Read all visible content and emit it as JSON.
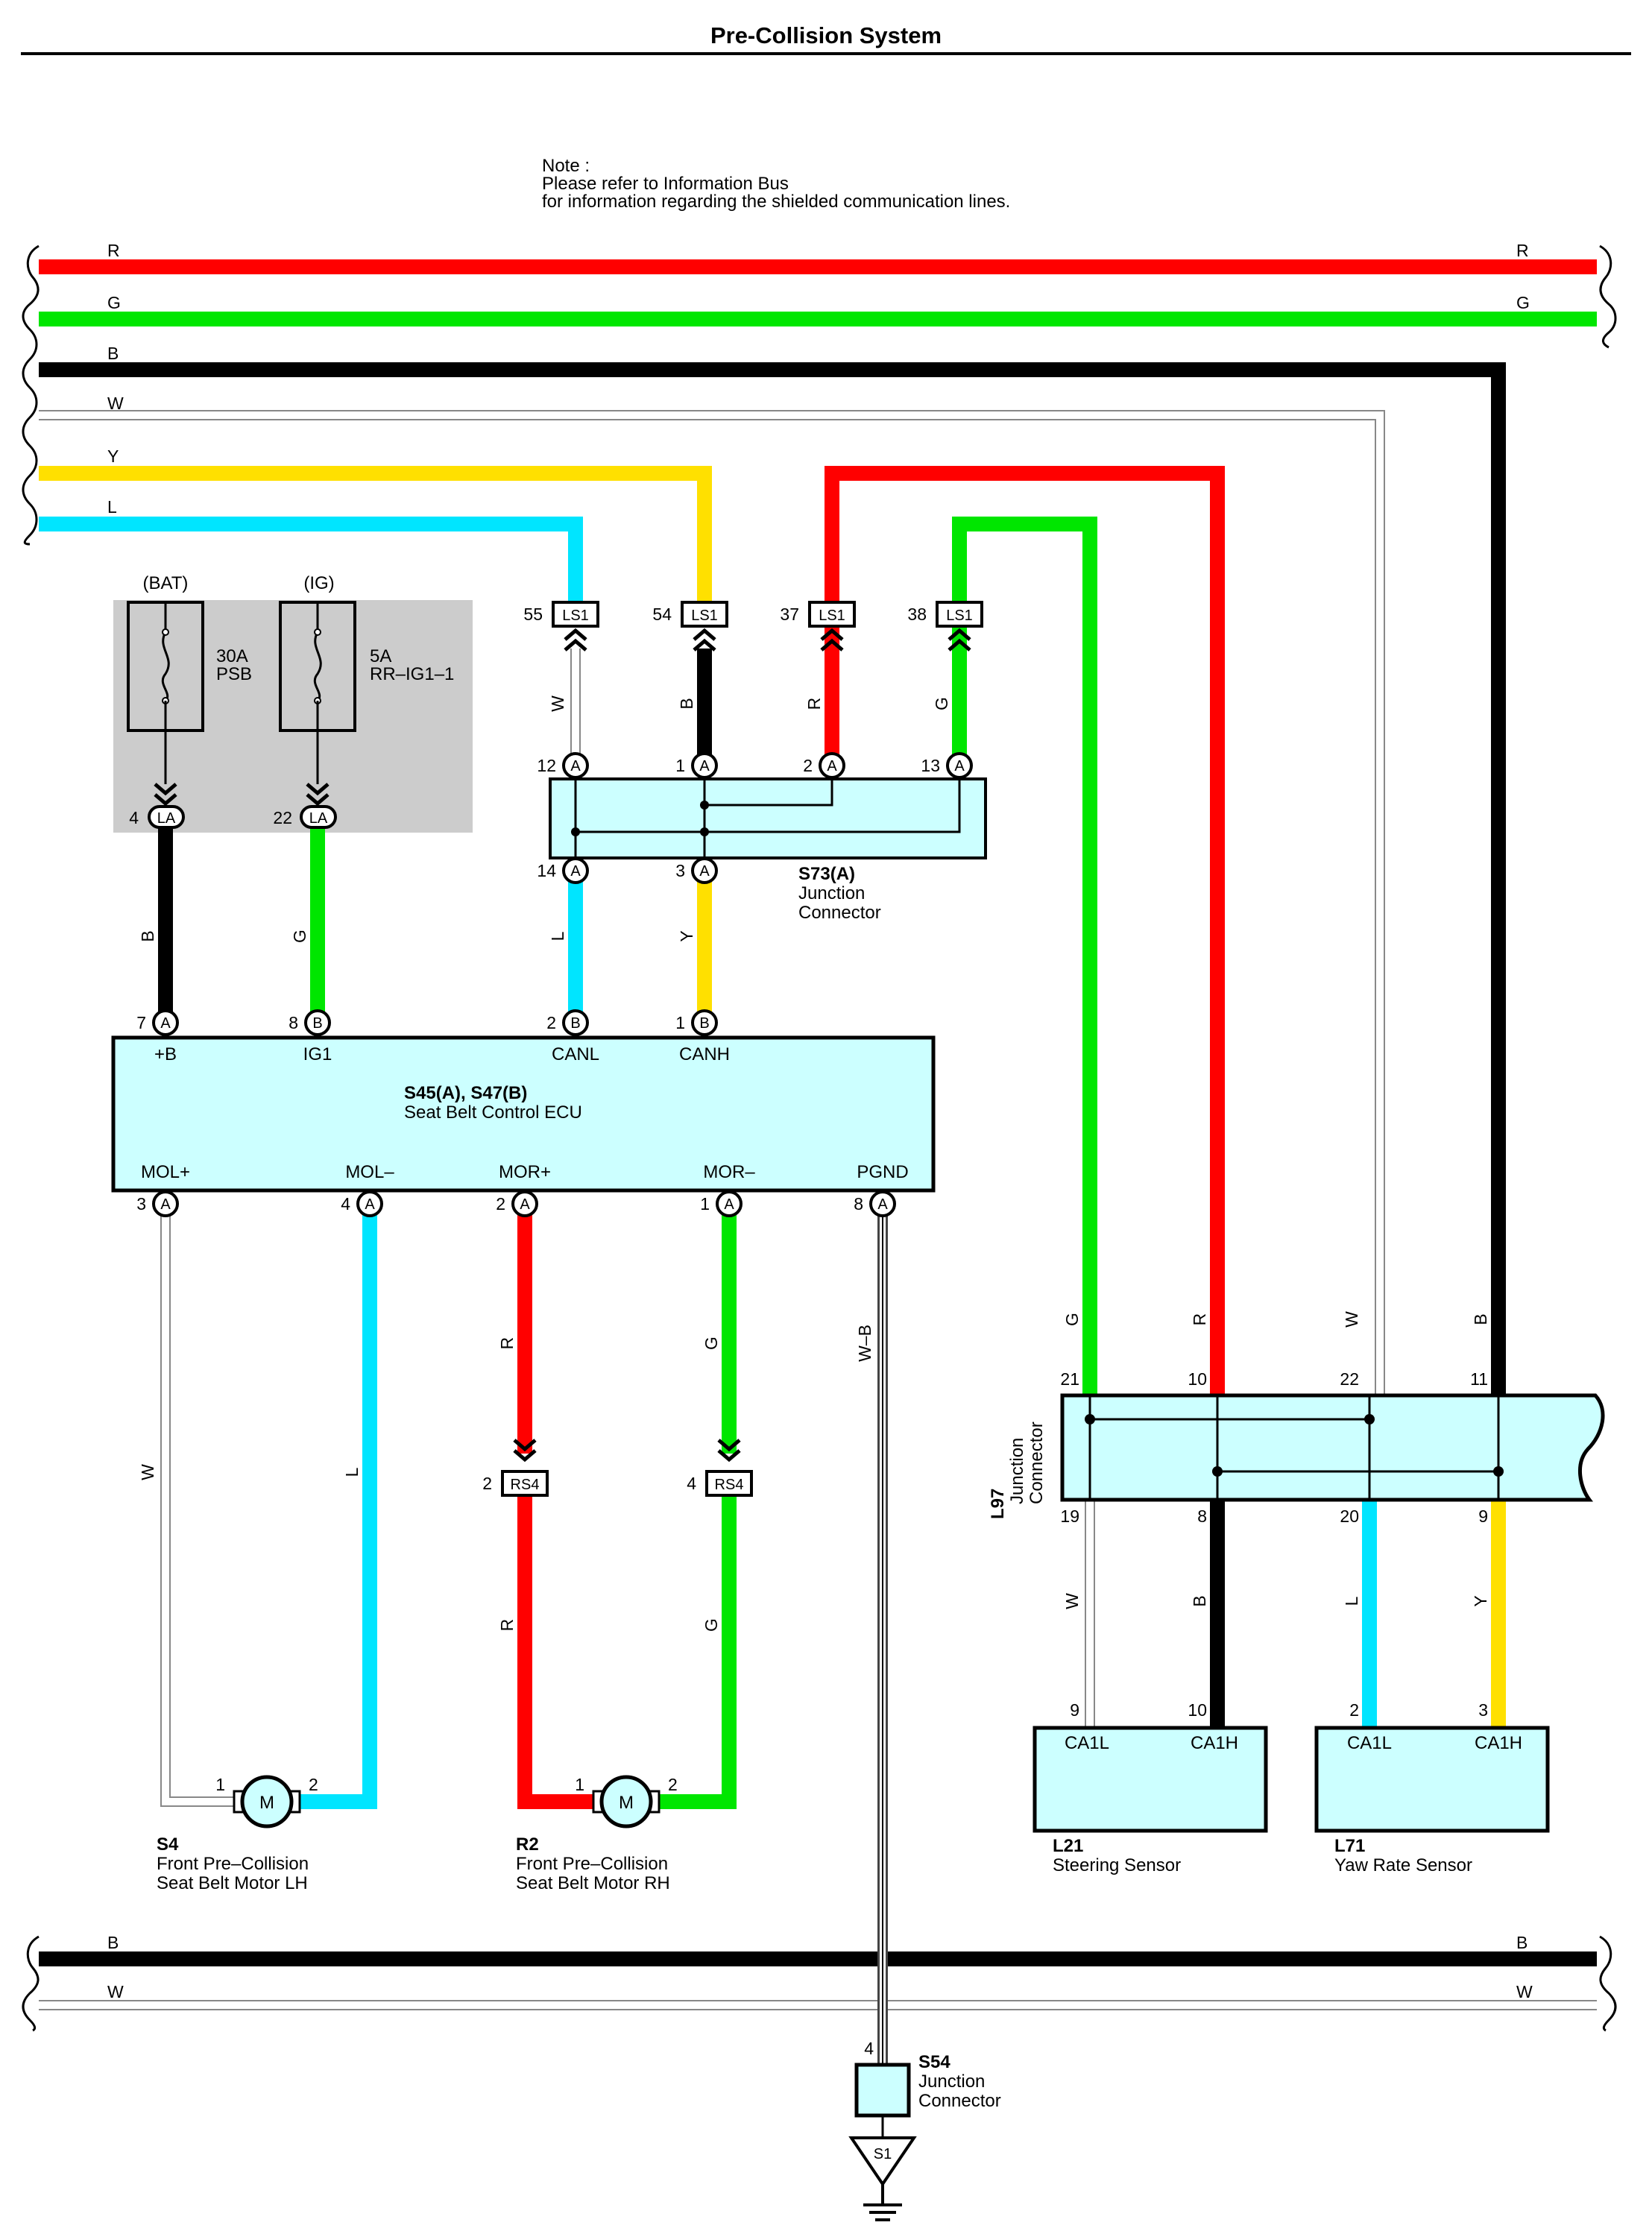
{
  "title": "Pre-Collision System",
  "note": {
    "line1": "Note :",
    "line2": "Please refer to Information Bus",
    "line3": "for information regarding the shielded communication lines."
  },
  "colors": {
    "R": "#ff0000",
    "G": "#00e600",
    "B": "#000000",
    "Y": "#ffe000",
    "L": "#00e5ff",
    "box": "#ccffff",
    "fusebox": "#cccccc"
  },
  "buses": {
    "top": [
      "R",
      "G",
      "B",
      "W",
      "Y",
      "L"
    ],
    "top_right": [
      "R",
      "G"
    ],
    "bottom": [
      "B",
      "W"
    ],
    "bottom_right": [
      "B",
      "W"
    ]
  },
  "fuses": [
    {
      "source": "(BAT)",
      "rating": "30A",
      "name": "PSB",
      "pin": "4",
      "conn": "LA",
      "wire": "B"
    },
    {
      "source": "(IG)",
      "rating": "5A",
      "name": "RR–IG1–1",
      "pin": "22",
      "conn": "LA",
      "wire": "G"
    }
  ],
  "ls1": [
    {
      "pin": "55",
      "conn": "LS1",
      "wire": "W"
    },
    {
      "pin": "54",
      "conn": "LS1",
      "wire": "B"
    },
    {
      "pin": "37",
      "conn": "LS1",
      "wire": "R"
    },
    {
      "pin": "38",
      "conn": "LS1",
      "wire": "G"
    }
  ],
  "s73": {
    "label": "S73(A)",
    "line1": "Junction",
    "line2": "Connector",
    "top_pins": [
      "12",
      "1",
      "2",
      "13"
    ],
    "bottom_pins": [
      "14",
      "3"
    ],
    "pin_letter": "A",
    "bottom_wires": [
      "L",
      "Y"
    ]
  },
  "ecu": {
    "label": "S45(A), S47(B)",
    "name": "Seat Belt Control ECU",
    "top_pins": [
      {
        "pin": "7",
        "letter": "A",
        "term": "+B"
      },
      {
        "pin": "8",
        "letter": "B",
        "term": "IG1"
      },
      {
        "pin": "2",
        "letter": "B",
        "term": "CANL"
      },
      {
        "pin": "1",
        "letter": "B",
        "term": "CANH"
      }
    ],
    "bottom_pins": [
      {
        "pin": "3",
        "letter": "A",
        "term": "MOL+",
        "wire": "W"
      },
      {
        "pin": "4",
        "letter": "A",
        "term": "MOL–",
        "wire": "L"
      },
      {
        "pin": "2",
        "letter": "A",
        "term": "MOR+",
        "wire": "R"
      },
      {
        "pin": "1",
        "letter": "A",
        "term": "MOR–",
        "wire": "G"
      },
      {
        "pin": "8",
        "letter": "A",
        "term": "PGND",
        "wire": "W–B"
      }
    ]
  },
  "rs4": [
    {
      "pin": "2",
      "conn": "RS4",
      "wire": "R"
    },
    {
      "pin": "4",
      "conn": "RS4",
      "wire": "G"
    }
  ],
  "motors": [
    {
      "id": "S4",
      "line1": "Front Pre–Collision",
      "line2": "Seat Belt Motor LH",
      "symbol": "M",
      "pin1": "1",
      "pin2": "2"
    },
    {
      "id": "R2",
      "line1": "Front Pre–Collision",
      "line2": "Seat Belt Motor RH",
      "symbol": "M",
      "pin1": "1",
      "pin2": "2"
    }
  ],
  "l97": {
    "label": "L97",
    "line1": "Junction",
    "line2": "Connector",
    "top": [
      {
        "pin": "21",
        "wire": "G"
      },
      {
        "pin": "10",
        "wire": "R"
      },
      {
        "pin": "22",
        "wire": "W"
      },
      {
        "pin": "11",
        "wire": "B"
      }
    ],
    "bottom": [
      {
        "pin": "19",
        "wire": "W"
      },
      {
        "pin": "8",
        "wire": "B"
      },
      {
        "pin": "20",
        "wire": "L"
      },
      {
        "pin": "9",
        "wire": "Y"
      }
    ]
  },
  "sensors": [
    {
      "id": "L21",
      "name": "Steering Sensor",
      "pins": [
        {
          "pin": "9",
          "term": "CA1L"
        },
        {
          "pin": "10",
          "term": "CA1H"
        }
      ]
    },
    {
      "id": "L71",
      "name": "Yaw Rate Sensor",
      "pins": [
        {
          "pin": "2",
          "term": "CA1L"
        },
        {
          "pin": "3",
          "term": "CA1H"
        }
      ]
    }
  ],
  "s54": {
    "id": "S54",
    "line1": "Junction",
    "line2": "Connector",
    "pin": "4",
    "ground": "S1"
  }
}
